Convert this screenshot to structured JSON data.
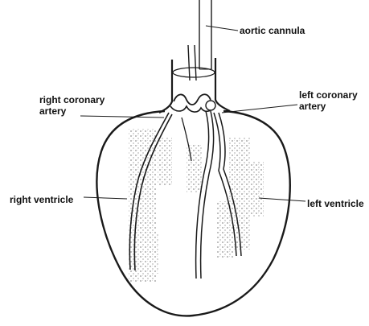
{
  "labels": {
    "aortic_cannula": "aortic cannula",
    "right_coronary_artery": [
      "right coronary",
      "artery"
    ],
    "left_coronary_artery": [
      "left coronary",
      "artery"
    ],
    "right_ventricle": "right ventricle",
    "left_ventricle": "left ventricle"
  },
  "colors": {
    "outline": "#1a1a1a",
    "shading": "#bdbdbd",
    "background": "#ffffff"
  }
}
